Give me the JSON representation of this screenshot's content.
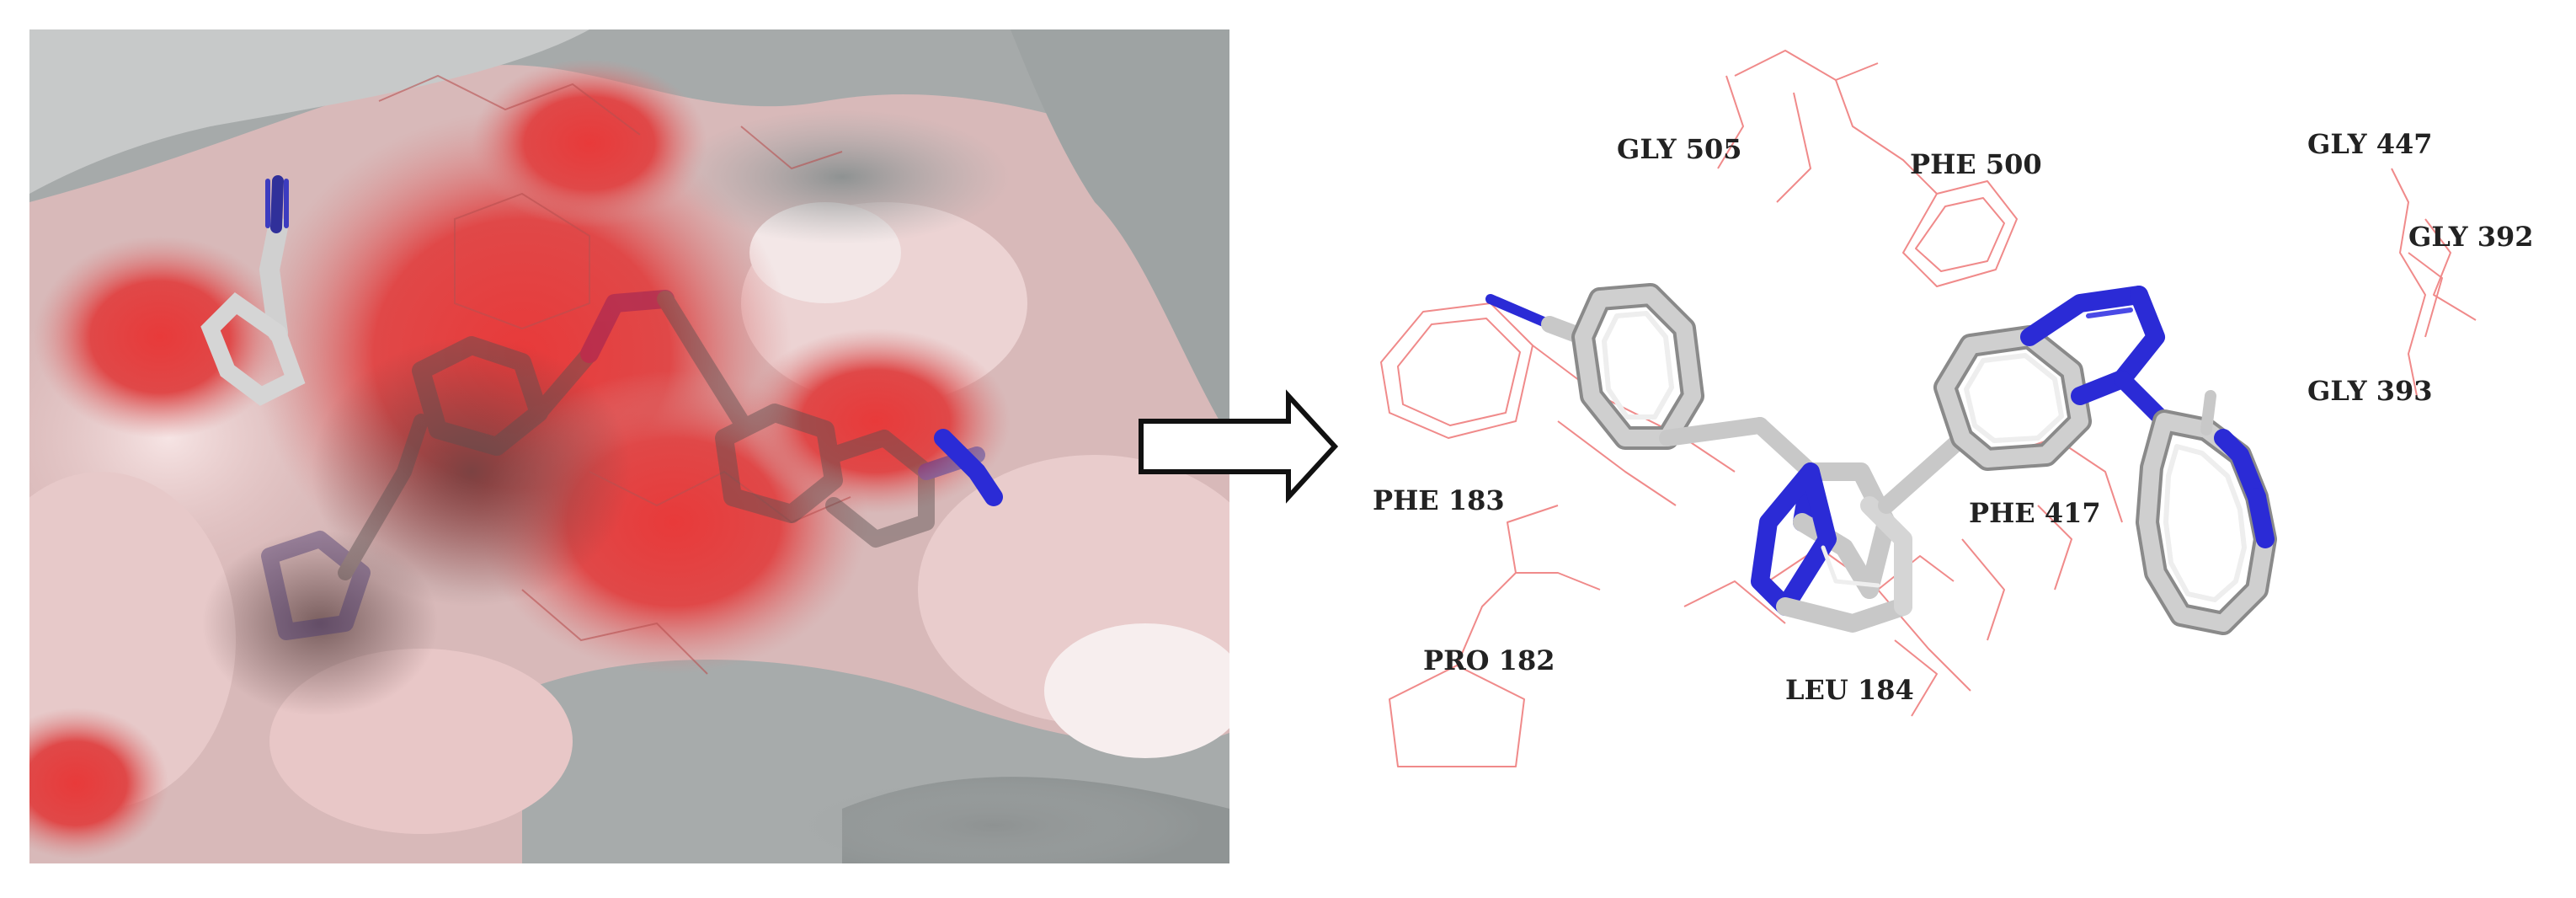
{
  "figure": {
    "left_panel": "molecular-surface-docking-view",
    "arrow_icon": "right-arrow-icon",
    "right_panel": "ligand-residue-interaction-view"
  },
  "residues": [
    {
      "id": "gly505",
      "label": "GLY 505"
    },
    {
      "id": "phe500",
      "label": "PHE 500"
    },
    {
      "id": "gly447",
      "label": "GLY 447"
    },
    {
      "id": "gly392",
      "label": "GLY 392"
    },
    {
      "id": "gly393",
      "label": "GLY 393"
    },
    {
      "id": "phe183",
      "label": "PHE 183"
    },
    {
      "id": "phe417",
      "label": "PHE 417"
    },
    {
      "id": "pro182",
      "label": "PRO 182"
    },
    {
      "id": "leu184",
      "label": "LEU 184"
    }
  ],
  "colors": {
    "residue_lines": "#f08a8a",
    "ligand_carbon": "#c8c8c8",
    "ligand_nitrogen": "#2b2bd6",
    "surface_acidic": "#e02a2a",
    "surface_neutral": "#d9b7b7",
    "surface_grey": "#a9adad"
  }
}
